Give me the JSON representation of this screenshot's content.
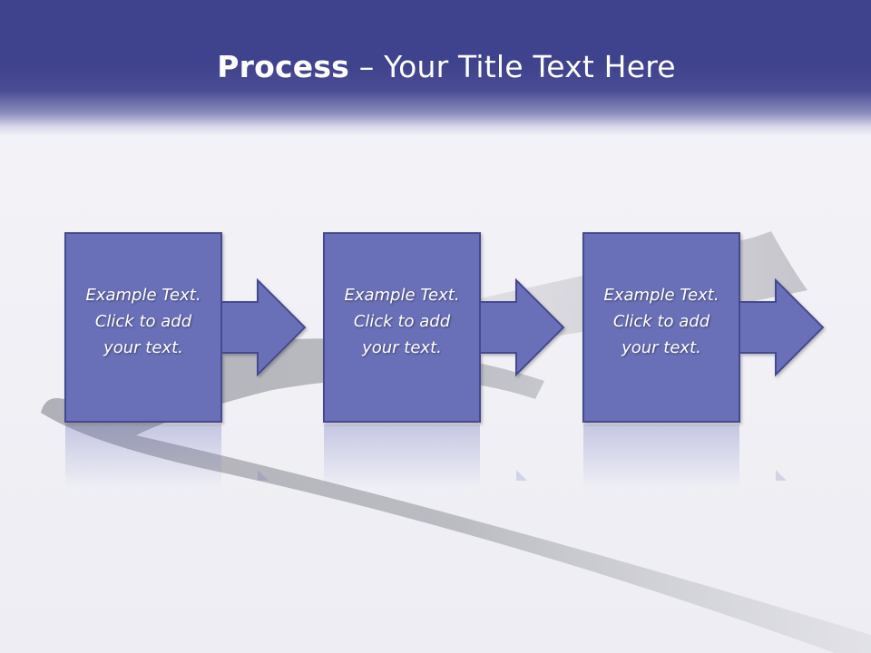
{
  "slide": {
    "title_bold": "Process",
    "title_rest": " – Your Title Text Here"
  },
  "steps": [
    {
      "line1": "Example Text.",
      "line2": "Click  to add",
      "line3": "your text."
    },
    {
      "line1": "Example Text.",
      "line2": "Click  to add",
      "line3": "your text."
    },
    {
      "line1": "Example Text.",
      "line2": "Click  to add",
      "line3": "your text."
    }
  ],
  "colors": {
    "header": "#3f428c",
    "box_fill": "#6a6fb8",
    "box_stroke": "#45498e",
    "background": "#f2f2f7"
  },
  "icons": [
    "arrow-right-icon"
  ]
}
